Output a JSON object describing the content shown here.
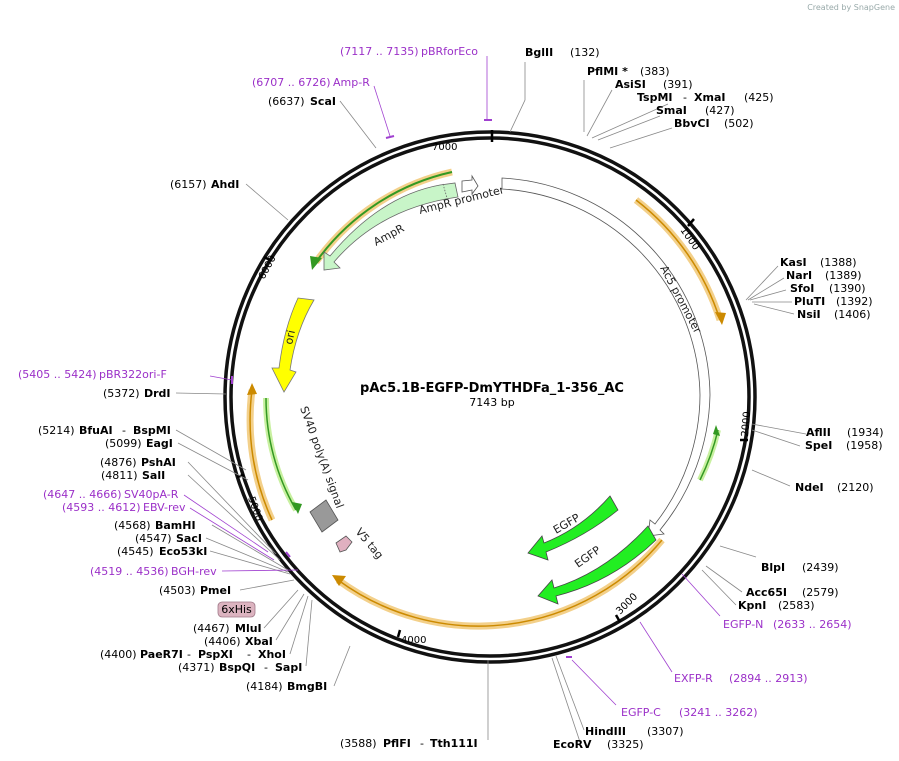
{
  "credit": "Created by SnapGene",
  "title": "pAc5.1B-EGFP-DmYTHDFa_1-356_AC",
  "size": "7143 bp",
  "ticks": [
    "1000",
    "2000",
    "3000",
    "4000",
    "5000",
    "6000",
    "7000"
  ],
  "features": {
    "ampr_promoter": "AmpR promoter",
    "ampr": "AmpR",
    "ac5": "Ac5 promoter",
    "ori": "ori",
    "sv40": "SV40 poly(A) signal",
    "v5": "V5 tag",
    "egfp1": "EGFP",
    "egfp2": "EGFP",
    "his": "6xHis"
  },
  "sites": {
    "bglII": {
      "name": "BglII",
      "pos": "(132)"
    },
    "pflmi": {
      "name": "PflMI *",
      "pos": "(383)"
    },
    "asisi": {
      "name": "AsiSI",
      "pos": "(391)"
    },
    "tspmi": {
      "name": "TspMI",
      "sep": "- ",
      "name2": "XmaI",
      "pos": "(425)"
    },
    "smai": {
      "name": "SmaI",
      "pos": "(427)"
    },
    "bbvci": {
      "name": "BbvCI",
      "pos": "(502)"
    },
    "kasi": {
      "name": "KasI",
      "pos": "(1388)"
    },
    "nari": {
      "name": "NarI",
      "pos": "(1389)"
    },
    "sfoi": {
      "name": "SfoI",
      "pos": "(1390)"
    },
    "plutI": {
      "name": "PluTI",
      "pos": "(1392)"
    },
    "nsii": {
      "name": "NsiI",
      "pos": "(1406)"
    },
    "aflii": {
      "name": "AflII",
      "pos": "(1934)"
    },
    "spei": {
      "name": "SpeI",
      "pos": "(1958)"
    },
    "ndei": {
      "name": "NdeI",
      "pos": "(2120)"
    },
    "blpi": {
      "name": "BlpI",
      "pos": "(2439)"
    },
    "acc65i": {
      "name": "Acc65I",
      "pos": "(2579)"
    },
    "kpni": {
      "name": "KpnI",
      "pos": "(2583)"
    },
    "hindiii": {
      "name": "HindIII",
      "pos": "(3307)"
    },
    "ecorv": {
      "name": "EcoRV",
      "pos": "(3325)"
    },
    "pflfi": {
      "pos": "(3588)",
      "name": "PflFI",
      "sep": "- ",
      "name2": "Tth111I"
    },
    "bmgbi": {
      "pos": "(4184)",
      "name": "BmgBI"
    },
    "bspqi": {
      "pos": "(4371)",
      "name": "BspQI",
      "sep": "- ",
      "name2": "SapI"
    },
    "paer7i": {
      "pos": "(4400)",
      "name": "PaeR7I",
      "sep": "- ",
      "name2": "PspXI",
      "sep2": "- ",
      "name3": "XhoI"
    },
    "xbai": {
      "pos": "(4406)",
      "name": "XbaI"
    },
    "mlui": {
      "pos": "(4467)",
      "name": "MluI"
    },
    "pmei": {
      "pos": "(4503)",
      "name": "PmeI"
    },
    "eco53ki": {
      "pos": "(4545)",
      "name": "Eco53kI"
    },
    "saci": {
      "pos": "(4547)",
      "name": "SacI"
    },
    "bamhi": {
      "pos": "(4568)",
      "name": "BamHI"
    },
    "sali": {
      "pos": "(4811)",
      "name": "SalI"
    },
    "pshai": {
      "pos": "(4876)",
      "name": "PshAI"
    },
    "eagi": {
      "pos": "(5099)",
      "name": "EagI"
    },
    "bfuai": {
      "pos": "(5214)",
      "name": "BfuAI",
      "sep": "- ",
      "name2": "BspMI"
    },
    "drdi": {
      "pos": "(5372)",
      "name": "DrdI"
    },
    "ahdi": {
      "pos": "(6157)",
      "name": "AhdI"
    },
    "scai": {
      "pos": "(6637)",
      "name": "ScaI"
    }
  },
  "primers": {
    "pbrforeco": {
      "range": "(7117 .. 7135)",
      "name": "pBRforEco"
    },
    "ampr": {
      "range": "(6707 .. 6726)",
      "name": "Amp-R"
    },
    "pbr322": {
      "range": "(5405 .. 5424)",
      "name": "pBR322ori-F"
    },
    "sv40pa": {
      "range": "(4647 .. 4666)",
      "name": "SV40pA-R"
    },
    "ebv": {
      "range": "(4593 .. 4612)",
      "name": "EBV-rev"
    },
    "bgh": {
      "range": "(4519 .. 4536)",
      "name": "BGH-rev"
    },
    "egfpn": {
      "name": "EGFP-N",
      "range": "(2633 .. 2654)"
    },
    "exfpr": {
      "name": "EXFP-R",
      "range": "(2894 .. 2913)"
    },
    "egfpc": {
      "name": "EGFP-C",
      "range": "(3241 .. 3262)"
    }
  },
  "colors": {
    "ampr": "#c8f5c8",
    "ori": "#ffff00",
    "egfp": "#22ee22",
    "sv40": "#999999",
    "v5": "#e0b0c0",
    "orf": "#f0c070",
    "primer": "#9b30c8"
  }
}
